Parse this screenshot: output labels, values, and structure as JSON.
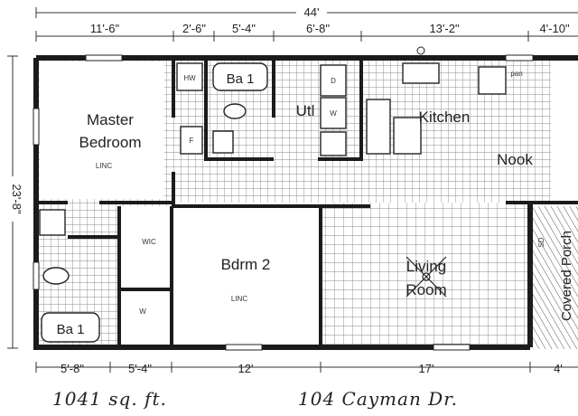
{
  "colors": {
    "ink": "#1b1b1b",
    "grid": "#8a8a8a",
    "paper": "#ffffff"
  },
  "dimensions": {
    "overall_width": "44'",
    "overall_depth": "23'-8\"",
    "top": [
      "11'-6\"",
      "2'-6\"",
      "5'-4\"",
      "6'-8\"",
      "13'-2\"",
      "4'-10\""
    ],
    "bottom": [
      "5'-8\"",
      "5'-4\"",
      "12'",
      "17'",
      "4'"
    ]
  },
  "rooms": {
    "master_bedroom": [
      "Master",
      "Bedroom"
    ],
    "bath_top": "Ba 1",
    "utility": "Utl",
    "kitchen": "Kitchen",
    "nook": "Nook",
    "bedroom_2": "Bdrm 2",
    "living_room": [
      "Living",
      "Room"
    ],
    "bath_bottom": "Ba 1",
    "covered_porch": "Covered Porch"
  },
  "annotations": {
    "master_linc": "LINC",
    "bdrm2_linc": "LINC",
    "wic": "WIC",
    "wic2": "W",
    "fridge": "F",
    "pan": "pan",
    "hw": "HW",
    "dryer": "D",
    "washer": "W",
    "porch_sd": "SD"
  },
  "footer": {
    "square_feet": "1041 sq. ft.",
    "address": "104 Cayman Dr."
  }
}
